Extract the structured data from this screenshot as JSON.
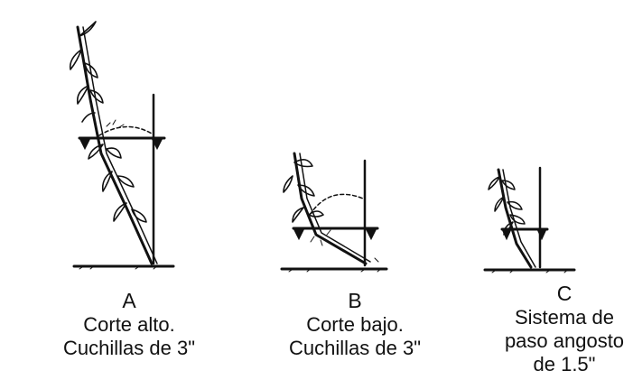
{
  "panels": [
    {
      "letter": "A",
      "line1": "Corte alto.",
      "line2": "Cuchillas de 3\""
    },
    {
      "letter": "B",
      "line1": "Corte bajo.",
      "line2": "Cuchillas de 3\""
    },
    {
      "letter": "C",
      "line1": "Sistema de",
      "line2": "paso angosto",
      "line3": "de 1.5\""
    }
  ]
}
